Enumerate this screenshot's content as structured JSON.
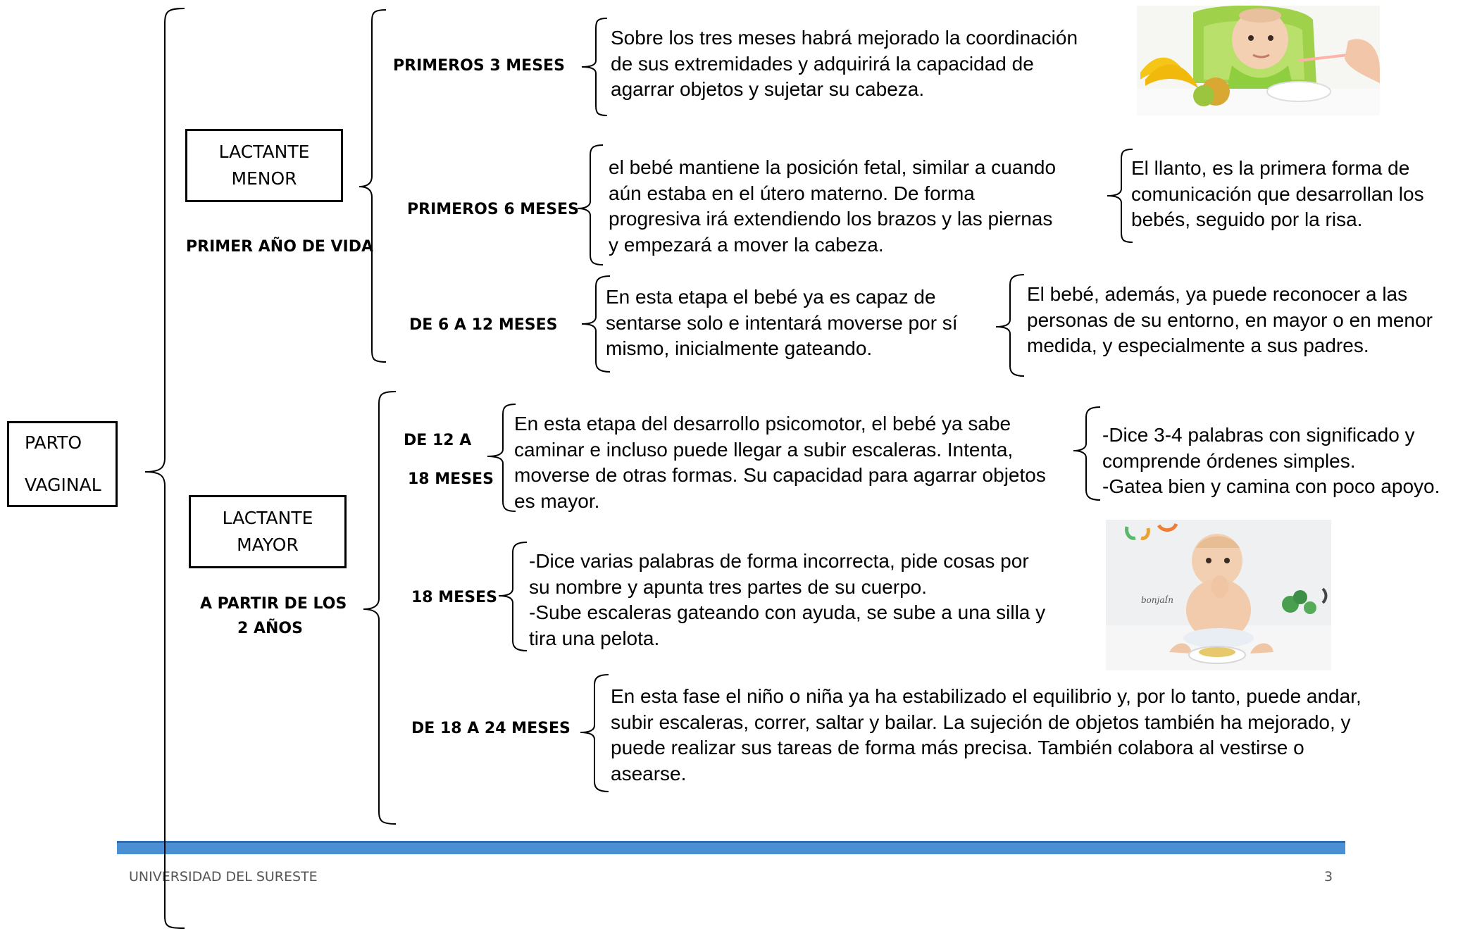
{
  "root": {
    "line1": "PARTO",
    "line2": "VAGINAL"
  },
  "lactante_menor": {
    "line1": "LACTANTE",
    "line2": "MENOR",
    "subtitle": "PRIMER AÑO DE VIDA"
  },
  "lactante_mayor": {
    "line1": "LACTANTE",
    "line2": "MAYOR",
    "sub1": "A PARTIR DE LOS",
    "sub2": "2 AÑOS"
  },
  "stages": {
    "primeros3": {
      "label": "PRIMEROS 3 MESES",
      "text": [
        "Sobre los tres meses habrá mejorado la coordinación",
        "de sus extremidades y adquirirá la capacidad de",
        "agarrar objetos y sujetar su cabeza."
      ]
    },
    "primeros6": {
      "label": "PRIMEROS 6 MESES",
      "text": [
        "el bebé mantiene la posición fetal, similar a cuando",
        "aún estaba en el útero materno. De forma",
        "progresiva irá extendiendo los brazos y las piernas",
        "y empezará a mover la cabeza."
      ],
      "extra": [
        "El llanto, es la primera forma de",
        "comunicación que desarrollan los",
        "bebés, seguido por la risa."
      ]
    },
    "de6a12": {
      "label": "DE  6 A 12 MESES",
      "text": [
        "En esta etapa el bebé ya es capaz de",
        "sentarse solo e intentará moverse por sí",
        "mismo, inicialmente gateando."
      ],
      "extra": [
        "El bebé, además, ya puede reconocer a las",
        "personas de su entorno, en mayor o en menor",
        "medida, y especialmente a sus padres."
      ]
    },
    "de12a18": {
      "label1": "DE 12 A",
      "label2": "18 MESES",
      "text": [
        "En esta etapa del desarrollo psicomotor, el bebé ya sabe",
        "caminar e incluso puede llegar a subir escaleras. Intenta,",
        "moverse de otras formas. Su capacidad para agarrar objetos",
        "es mayor."
      ],
      "extra": [
        "-Dice 3-4 palabras con significado y",
        "comprende órdenes simples.",
        "-Gatea bien y camina con poco apoyo."
      ]
    },
    "meses18": {
      "label": "18 MESES",
      "text": [
        "-Dice varias palabras de forma incorrecta, pide cosas por",
        "su nombre y apunta tres partes de su cuerpo.",
        "-Sube escaleras gateando con ayuda, se sube a una silla y",
        "tira una pelota."
      ]
    },
    "de18a24": {
      "label": "DE  18 A 24 MESES",
      "text": [
        "En esta fase el niño o niña ya ha estabilizado el equilibrio y, por lo tanto, puede andar,",
        "subir escaleras, correr, saltar y bailar. La sujeción de objetos también ha mejorado, y",
        "puede realizar sus tareas de forma más precisa. También colabora al vestirse o",
        "asearse."
      ]
    }
  },
  "footer": {
    "left": "UNIVERSIDAD DEL SURESTE",
    "page_number": "3"
  },
  "colors": {
    "footer_bar": "#4a8fd4"
  }
}
